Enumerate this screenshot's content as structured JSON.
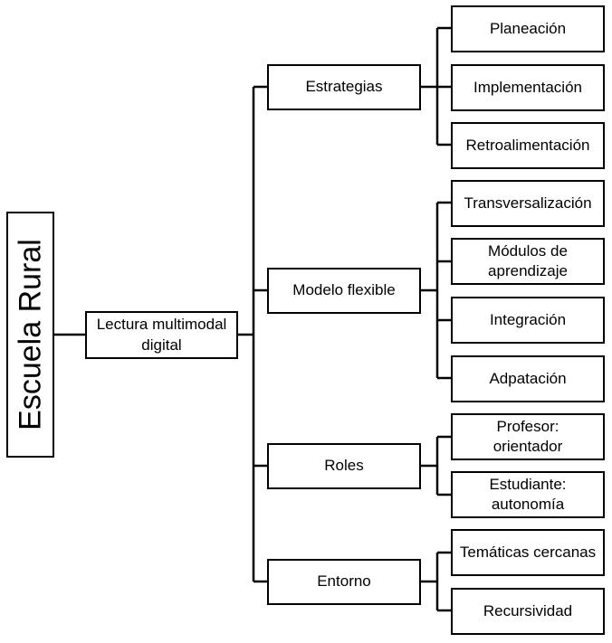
{
  "root": {
    "label": "Escuela Rural"
  },
  "center": {
    "label": "Lectura multimodal digital"
  },
  "branches": [
    {
      "label": "Estrategias",
      "children": [
        "Planeación",
        "Implementación",
        "Retroalimentación"
      ]
    },
    {
      "label": "Modelo flexible",
      "children": [
        "Transversalización",
        "Módulos de aprendizaje",
        "Integración",
        "Adpatación"
      ]
    },
    {
      "label": "Roles",
      "children": [
        "Profesor: orientador",
        "Estudiante: autonomía"
      ]
    },
    {
      "label": "Entorno",
      "children": [
        "Temáticas cercanas",
        "Recursividad"
      ]
    }
  ],
  "colors": {
    "line": "#000000",
    "background": "#ffffff"
  }
}
